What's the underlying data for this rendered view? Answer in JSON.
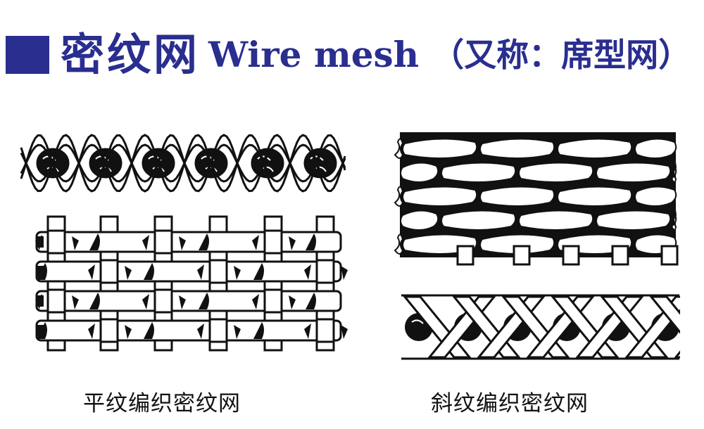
{
  "header": {
    "title_cn": "密纹网",
    "title_en": "Wire mesh",
    "title_alias": "（又称：席型网）"
  },
  "captions": {
    "plain": "平纹编织密纹网",
    "twill": "斜纹编织密纹网"
  },
  "colors": {
    "accent": "#2a2e8f",
    "ink": "#111111",
    "paper": "#ffffff"
  }
}
